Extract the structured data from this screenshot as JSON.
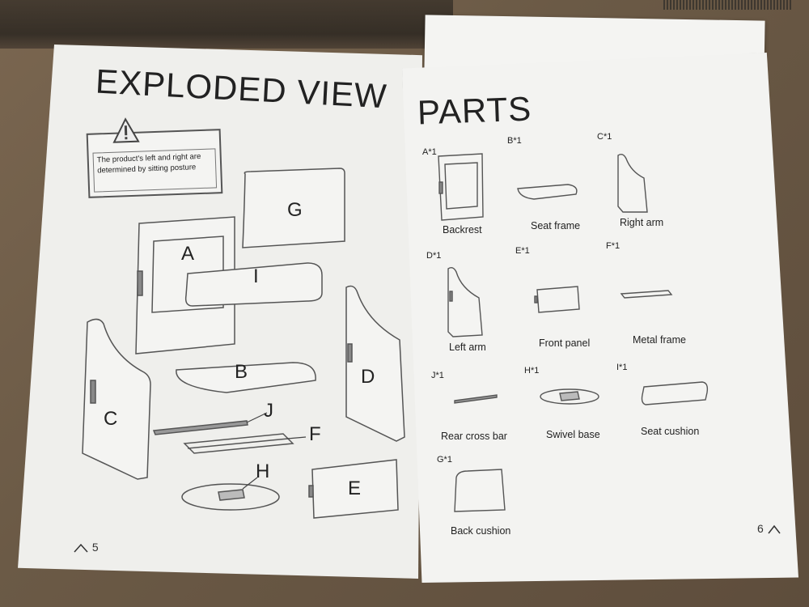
{
  "left_page": {
    "title": "EXPLODED VIEW",
    "warning_text": "The product's left and right are determined by sitting posture",
    "labels": [
      "A",
      "B",
      "C",
      "D",
      "E",
      "F",
      "G",
      "H",
      "I",
      "J"
    ],
    "page_number": "5"
  },
  "right_page": {
    "title": "PARTS",
    "parts": [
      {
        "code": "A*1",
        "name": "Backrest"
      },
      {
        "code": "B*1",
        "name": "Seat frame"
      },
      {
        "code": "C*1",
        "name": "Right arm"
      },
      {
        "code": "D*1",
        "name": "Left arm"
      },
      {
        "code": "E*1",
        "name": "Front panel"
      },
      {
        "code": "F*1",
        "name": "Metal frame"
      },
      {
        "code": "J*1",
        "name": "Rear cross bar"
      },
      {
        "code": "H*1",
        "name": "Swivel base"
      },
      {
        "code": "I*1",
        "name": "Seat cushion"
      },
      {
        "code": "G*1",
        "name": "Back cushion"
      }
    ],
    "page_number": "6"
  }
}
